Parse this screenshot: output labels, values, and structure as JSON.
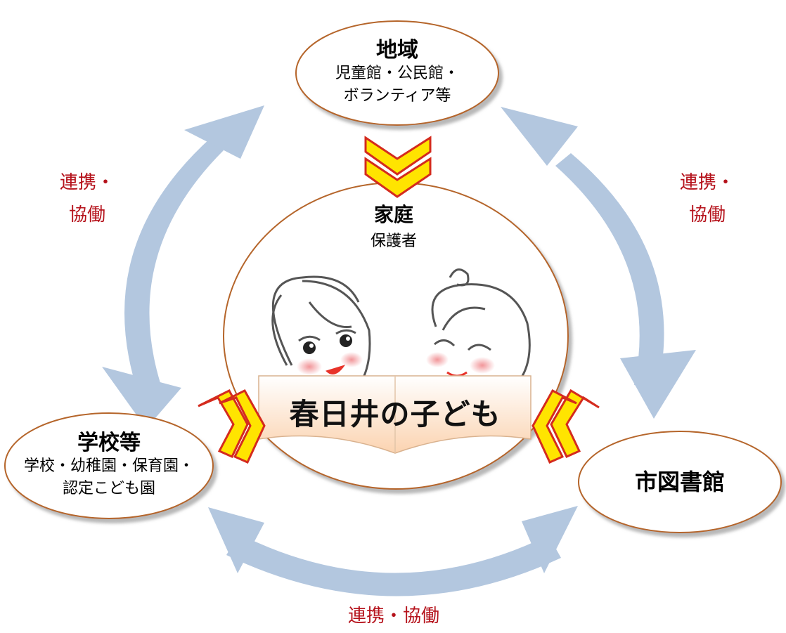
{
  "region": {
    "title": "地域",
    "lines": [
      "児童館・公民館・",
      "ボランティア等"
    ]
  },
  "family": {
    "title": "家庭",
    "subtitle": "保護者"
  },
  "child": {
    "title": "春日井の子ども"
  },
  "school": {
    "title": "学校等",
    "lines": [
      "学校・幼稚園・保育園・",
      "認定こども園"
    ]
  },
  "library": {
    "title": "市図書館"
  },
  "collaboration": {
    "left": "連携・\n協働",
    "right": "連携・\n協働",
    "bottom": "連携・協働"
  },
  "colors": {
    "arrow": "#b3c7df",
    "ellipse_border": "#b5652b",
    "chevron_fill": "#ffe400",
    "chevron_border": "#d42b1e",
    "collab_text": "#b5121b",
    "blush": "#f4a6a8"
  },
  "icons": {
    "children_illustration": "two-children-faces",
    "open_book": "open-book-icon",
    "chevron": "double-chevron-icon"
  }
}
